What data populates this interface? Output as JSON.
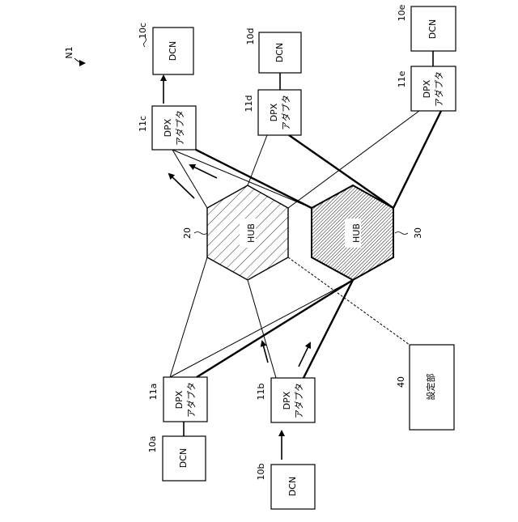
{
  "figure_label": "N1",
  "nodes": {
    "dcn_10a": {
      "ref": "10a",
      "text": "DCN"
    },
    "dcn_10b": {
      "ref": "10b",
      "text": "DCN"
    },
    "dcn_10c": {
      "ref": "10c",
      "text": "DCN"
    },
    "dcn_10d": {
      "ref": "10d",
      "text": "DCN"
    },
    "dcn_10e": {
      "ref": "10e",
      "text": "DCN"
    },
    "dpx_11a": {
      "ref": "11a",
      "line1": "DPX",
      "line2": "アダプタ"
    },
    "dpx_11b": {
      "ref": "11b",
      "line1": "DPX",
      "line2": "アダプタ"
    },
    "dpx_11c": {
      "ref": "11c",
      "line1": "DPX",
      "line2": "アダプタ"
    },
    "dpx_11d": {
      "ref": "11d",
      "line1": "DPX",
      "line2": "アダプタ"
    },
    "dpx_11e": {
      "ref": "11e",
      "line1": "DPX",
      "line2": "アダプタ"
    },
    "hub_20": {
      "ref": "20",
      "text": "HUB",
      "fill": "light-hatch"
    },
    "hub_30": {
      "ref": "30",
      "text": "HUB",
      "fill": "dense-hatch"
    },
    "setting_40": {
      "ref": "40",
      "text": "設定部"
    }
  },
  "colors": {
    "line": "#000000",
    "background": "#ffffff"
  }
}
